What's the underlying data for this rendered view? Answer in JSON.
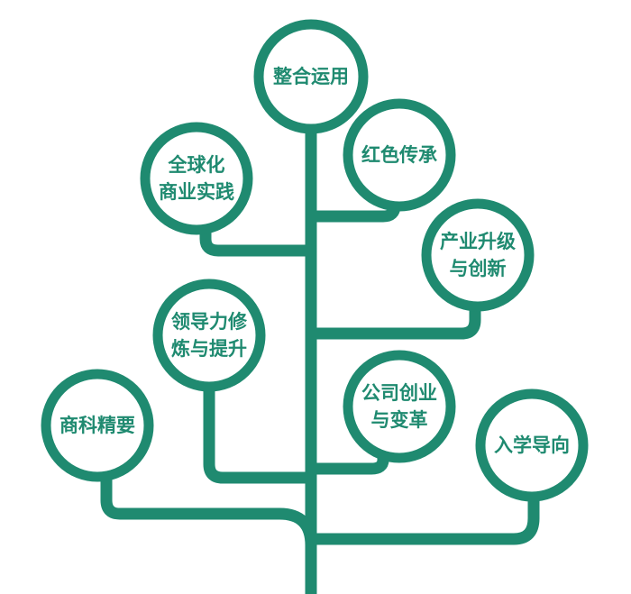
{
  "colors": {
    "branch": "#1f8a70",
    "text": "#1f8a70",
    "fill": "#ffffff"
  },
  "nodes": [
    {
      "id": "top",
      "lines": [
        "整合运用"
      ]
    },
    {
      "id": "red",
      "lines": [
        "红色传承"
      ]
    },
    {
      "id": "global",
      "lines": [
        "全球化",
        "商业实践"
      ]
    },
    {
      "id": "industry",
      "lines": [
        "产业升级",
        "与创新"
      ]
    },
    {
      "id": "leader",
      "lines": [
        "领导力修",
        "炼与提升"
      ]
    },
    {
      "id": "venture",
      "lines": [
        "公司创业",
        "与变革"
      ]
    },
    {
      "id": "essentials",
      "lines": [
        "商科精要"
      ]
    },
    {
      "id": "orientation",
      "lines": [
        "入学导向"
      ]
    }
  ]
}
